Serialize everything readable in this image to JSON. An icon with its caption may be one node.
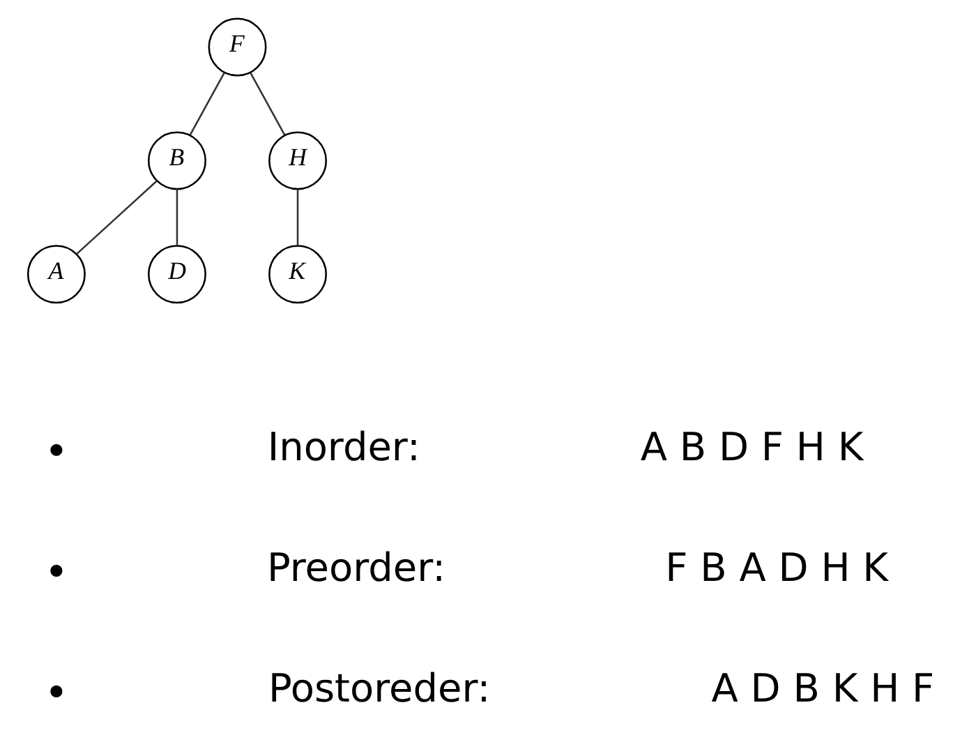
{
  "diagram": {
    "nodes": [
      {
        "text": [
          "F"
        ]
      },
      {
        "text": [
          "B"
        ]
      },
      {
        "text": [
          "H"
        ]
      },
      {
        "text": [
          "A"
        ]
      },
      {
        "text": [
          "D"
        ]
      },
      {
        "text": [
          "K"
        ]
      }
    ],
    "edges": [
      {
        "from": 0,
        "to": 1,
        "arrow": "none"
      },
      {
        "from": 0,
        "to": 2,
        "arrow": "none"
      },
      {
        "from": 1,
        "to": 3,
        "arrow": "none"
      },
      {
        "from": 1,
        "to": 4,
        "arrow": "none"
      },
      {
        "from": 2,
        "to": 5,
        "arrow": "none"
      }
    ],
    "labels": [
      "Inorder:",
      "A B D F H K",
      "Preorder:",
      "F B A D H K",
      "Postoreder:",
      "A D B K H F"
    ]
  }
}
